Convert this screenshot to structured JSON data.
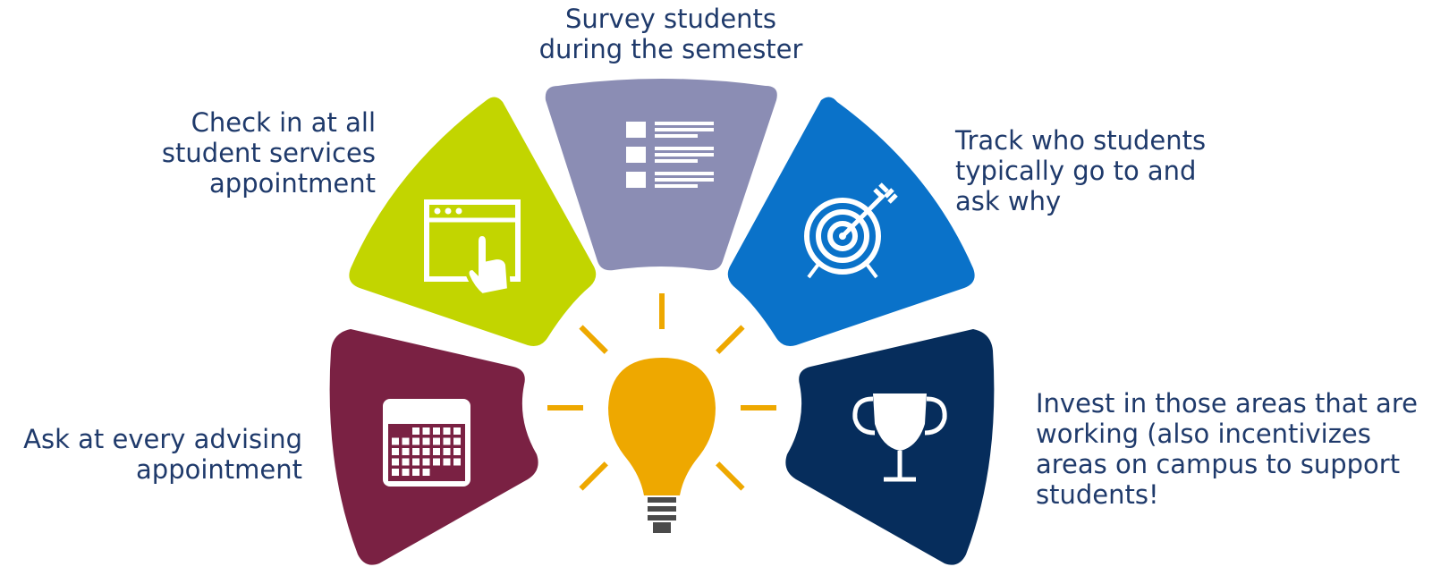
{
  "segments": [
    {
      "id": "advising",
      "label_lines": [
        "Ask at every advising",
        "appointment"
      ],
      "color": "#7a2143",
      "icon": "calendar-icon"
    },
    {
      "id": "check-in",
      "label_lines": [
        "Check in at all",
        "student services",
        "appointment"
      ],
      "color": "#c2d500",
      "icon": "click-window-icon"
    },
    {
      "id": "survey",
      "label_lines": [
        "Survey students",
        "during the semester"
      ],
      "color": "#8b8db4",
      "icon": "checklist-icon"
    },
    {
      "id": "track",
      "label_lines": [
        "Track who students",
        "typically go to and",
        "ask why"
      ],
      "color": "#0a72c9",
      "icon": "target-icon"
    },
    {
      "id": "invest",
      "label_lines": [
        "Invest in those areas that are",
        "working (also incentivizes",
        "areas on campus to support",
        "students!"
      ],
      "color": "#062d5c",
      "icon": "trophy-icon"
    }
  ],
  "center": {
    "icon": "lightbulb-icon",
    "bulb_color": "#eea800",
    "ray_color": "#eea800",
    "base_color": "#4a4a4a"
  },
  "text_color": "#1f3a6b"
}
